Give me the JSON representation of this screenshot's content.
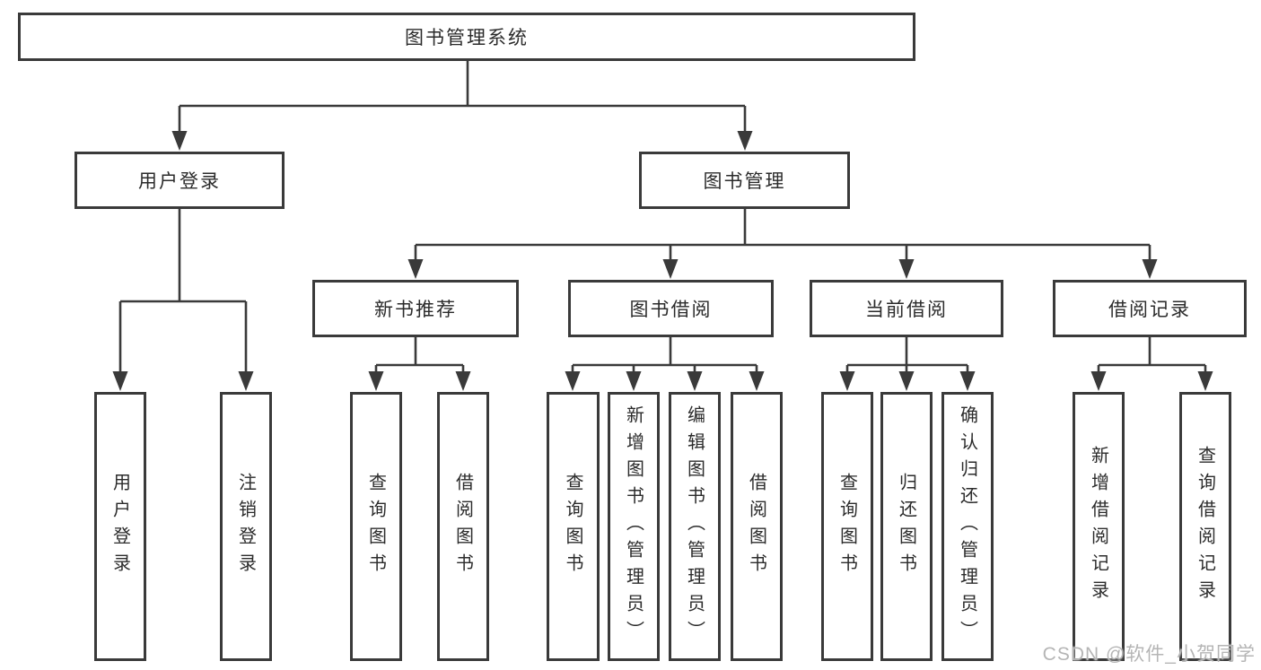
{
  "tree": {
    "label": "图书管理系统",
    "children": [
      {
        "label": "用户登录",
        "children": [
          {
            "label": "用户登录"
          },
          {
            "label": "注销登录"
          }
        ]
      },
      {
        "label": "图书管理",
        "children": [
          {
            "label": "新书推荐",
            "children": [
              {
                "label": "查询图书"
              },
              {
                "label": "借阅图书"
              }
            ]
          },
          {
            "label": "图书借阅",
            "children": [
              {
                "label": "查询图书"
              },
              {
                "label": "新增图书（管理员）"
              },
              {
                "label": "编辑图书（管理员）"
              },
              {
                "label": "借阅图书"
              }
            ]
          },
          {
            "label": "当前借阅",
            "children": [
              {
                "label": "查询图书"
              },
              {
                "label": "归还图书"
              },
              {
                "label": "确认归还（管理员）"
              }
            ]
          },
          {
            "label": "借阅记录",
            "children": [
              {
                "label": "新增借阅记录"
              },
              {
                "label": "查询借阅记录"
              }
            ]
          }
        ]
      }
    ]
  },
  "watermark": {
    "text": "CSDN @软件_小贺同学"
  },
  "colors": {
    "box_border": "#3a3a3a",
    "connector": "#3a3a3a",
    "text": "#2b2b2b",
    "watermark": "#b5b5b5",
    "background": "#ffffff"
  }
}
